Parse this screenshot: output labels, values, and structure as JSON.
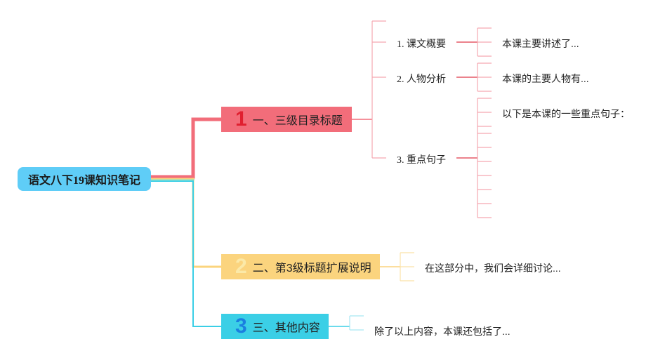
{
  "root": {
    "label": "语文八下19课知识笔记"
  },
  "branches": [
    {
      "number": "1",
      "label": "一、三级目录标题",
      "children": [
        {
          "label": "1. 课文概要",
          "note": "本课主要讲述了..."
        },
        {
          "label": "2. 人物分析",
          "note": "本课的主要人物有..."
        },
        {
          "label": "3. 重点句子",
          "note": "以下是本课的一些重点句子："
        }
      ]
    },
    {
      "number": "2",
      "label": "二、第3级标题扩展说明",
      "note": "在这部分中，我们会详细讨论..."
    },
    {
      "number": "3",
      "label": "三、其他内容",
      "note": "除了以上内容，本课还包括了..."
    }
  ],
  "colors": {
    "root": "#5fcdf7",
    "branch1": "#f26d7a",
    "branch2": "#fbd47e",
    "branch3": "#3bcfe6"
  }
}
